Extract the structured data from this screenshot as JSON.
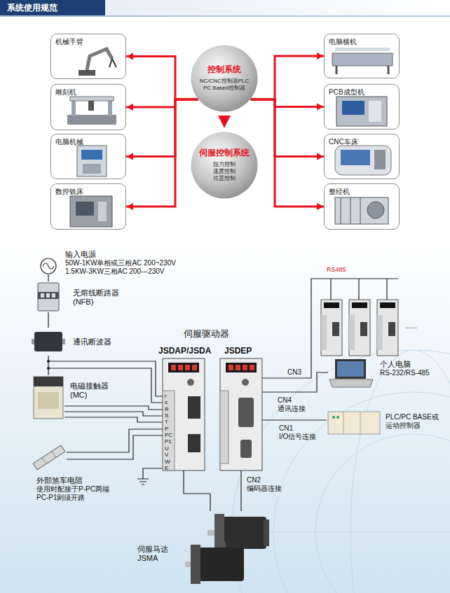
{
  "diagram": {
    "title": "系统使用规范",
    "nodes": [
      {
        "text": [
          "机械手臂"
        ]
      },
      {
        "text": [
          "雕刻机"
        ]
      },
      {
        "text": [
          "电脑机械"
        ]
      },
      {
        "text": [
          "数控铣床"
        ]
      },
      {
        "text": [
          "控制系统",
          "NC/CNC控制器PLC PC Based控制器"
        ]
      },
      {
        "text": [
          "伺服控制系统",
          "扭力控制 速度控制 位置控制"
        ]
      },
      {
        "text": [
          "电脑横机"
        ]
      },
      {
        "text": [
          "PCB成型机"
        ]
      },
      {
        "text": [
          "CNC车床"
        ]
      },
      {
        "text": [
          "整经机"
        ]
      },
      {
        "text": [
          "输入电源",
          "50W-1KW单相或三相AC 200~230V 1.5KW-3KW三相AC 200---230V"
        ]
      },
      {
        "text": [
          "无熔线断路器 (NFB)"
        ]
      },
      {
        "text": [
          "通讯断波器"
        ]
      },
      {
        "text": [
          "电磁接触器 (MC)"
        ]
      },
      {
        "text": [
          "外部煞车电阻",
          "使用时配接于P-PC两端 PC-P1则须开路"
        ]
      },
      {
        "text": [
          "JSDAP/JSDA"
        ]
      },
      {
        "text": [
          "JSDEP"
        ]
      },
      {
        "text": [
          "个人电脑",
          "RS-232/RS-485"
        ]
      },
      {
        "text": [
          "PLC/PC BASE或 运动控制器"
        ]
      },
      {
        "text": [
          "伺服马达 JSMA"
        ]
      }
    ],
    "edges": [
      {
        "from": 4,
        "to": 0,
        "arrow": "to"
      },
      {
        "from": 4,
        "to": 1,
        "arrow": "to"
      },
      {
        "from": 4,
        "to": 2,
        "arrow": "to"
      },
      {
        "from": 4,
        "to": 3,
        "arrow": "to"
      },
      {
        "from": 4,
        "to": 6,
        "arrow": "to"
      },
      {
        "from": 4,
        "to": 7,
        "arrow": "to"
      },
      {
        "from": 4,
        "to": 8,
        "arrow": "to"
      },
      {
        "from": 4,
        "to": 9,
        "arrow": "to"
      },
      {
        "from": 4,
        "to": 5,
        "arrow": "to"
      },
      {
        "from": 10,
        "to": 11,
        "arrow": "none"
      },
      {
        "from": 11,
        "to": 12,
        "arrow": "none"
      },
      {
        "from": 12,
        "to": 13,
        "arrow": "none"
      },
      {
        "from": 13,
        "to": 15,
        "arrow": "none"
      },
      {
        "from": 14,
        "to": 15,
        "arrow": "none"
      },
      {
        "from": 15,
        "to": 19,
        "arrow": "none"
      },
      {
        "from": 16,
        "to": 17,
        "label": "CN4 通讯连接",
        "arrow": "none"
      },
      {
        "from": 16,
        "to": 18,
        "label": "CN1 I/O信号连接",
        "arrow": "none"
      },
      {
        "from": 16,
        "to": 19,
        "label": "CN2 编码器连接",
        "arrow": "none"
      }
    ],
    "labels": [
      "伺服驱动器",
      "r",
      "s",
      "R",
      "S",
      "T",
      "P",
      "PC",
      "P1",
      "U",
      "V",
      "W",
      "E",
      "RS485",
      "......",
      "CN3"
    ]
  }
}
